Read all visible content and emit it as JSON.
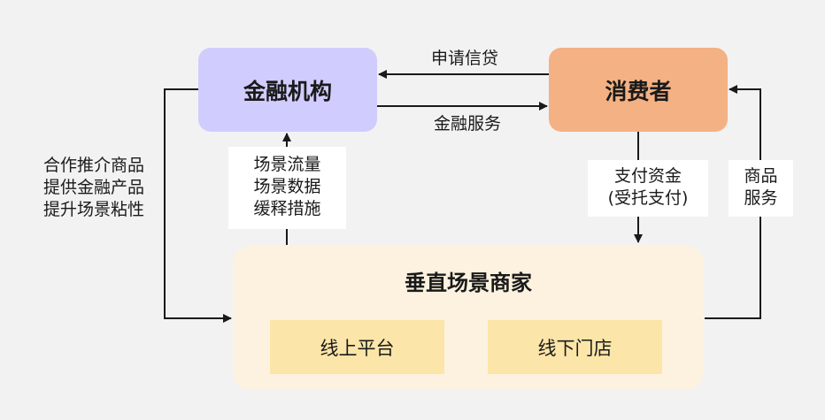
{
  "colors": {
    "background": "#f2f2f2",
    "financial_institution": "#d1ccfe",
    "consumer": "#f4b183",
    "merchant": "#fcf2df",
    "channel": "#fbe5a8",
    "label_bg": "#ffffff",
    "arrow": "#1a1a1a"
  },
  "nodes": {
    "financial_institution": "金融机构",
    "consumer": "消费者",
    "merchant": {
      "title": "垂直场景商家",
      "online": "线上平台",
      "offline": "线下门店"
    }
  },
  "edges": {
    "consumer_to_fi": "申请信贷",
    "fi_to_consumer": "金融服务",
    "merchant_to_fi": "场景流量\n场景数据\n缓释措施",
    "consumer_to_merchant": "支付资金\n(受托支付)",
    "merchant_to_consumer": "商品\n服务",
    "fi_to_merchant": "合作推介商品\n提供金融产品\n提升场景粘性"
  }
}
